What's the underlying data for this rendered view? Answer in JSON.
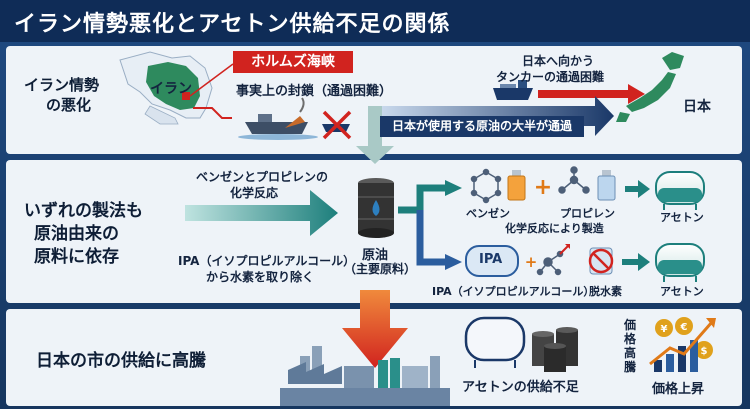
{
  "header": {
    "title": "イラン情勢悪化とアセトン供給不足の関係"
  },
  "section1": {
    "label_line1": "イラン情勢",
    "label_line2": "の悪化",
    "iran_label": "イラン",
    "strait_label": "ホルムズ海峡",
    "blockade_label": "事実上の封鎖（通過困難）",
    "tanker_line1": "日本へ向かう",
    "tanker_line2": "タンカーの通過困難",
    "japan_label": "日本",
    "crude_route_label": "日本が使用する原油の大半が通過"
  },
  "section2": {
    "label_line1": "いずれの製法も",
    "label_line2": "原油由来の",
    "label_line3": "原料に依存",
    "method1_line1": "ベンゼンとプロピレンの",
    "method1_line2": "化学反応",
    "method2_line1": "IPA（イソプロピルアルコール）",
    "method2_line2": "から水素を取り除く",
    "crude_line1": "原油",
    "crude_line2": "（主要原料）",
    "benzene_label": "ベンゼン",
    "propylene_label": "プロピレン",
    "reaction_label": "化学反応により製造",
    "acetone_label_1": "アセトン",
    "ipa_tag": "IPA",
    "ipa_full_label": "IPA（イソプロピルアルコール）",
    "dehydrogenation_label": "脱水素",
    "acetone_label_2": "アセトン"
  },
  "section3": {
    "label": "日本の市の供給に高騰",
    "supply_shortage_label": "アセトンの供給不足",
    "price_vertical": "価格高騰",
    "price_up_label": "価格上昇"
  },
  "colors": {
    "accent_red": "#d1231f",
    "navy": "#1a3868",
    "teal": "#2a8f8a"
  }
}
